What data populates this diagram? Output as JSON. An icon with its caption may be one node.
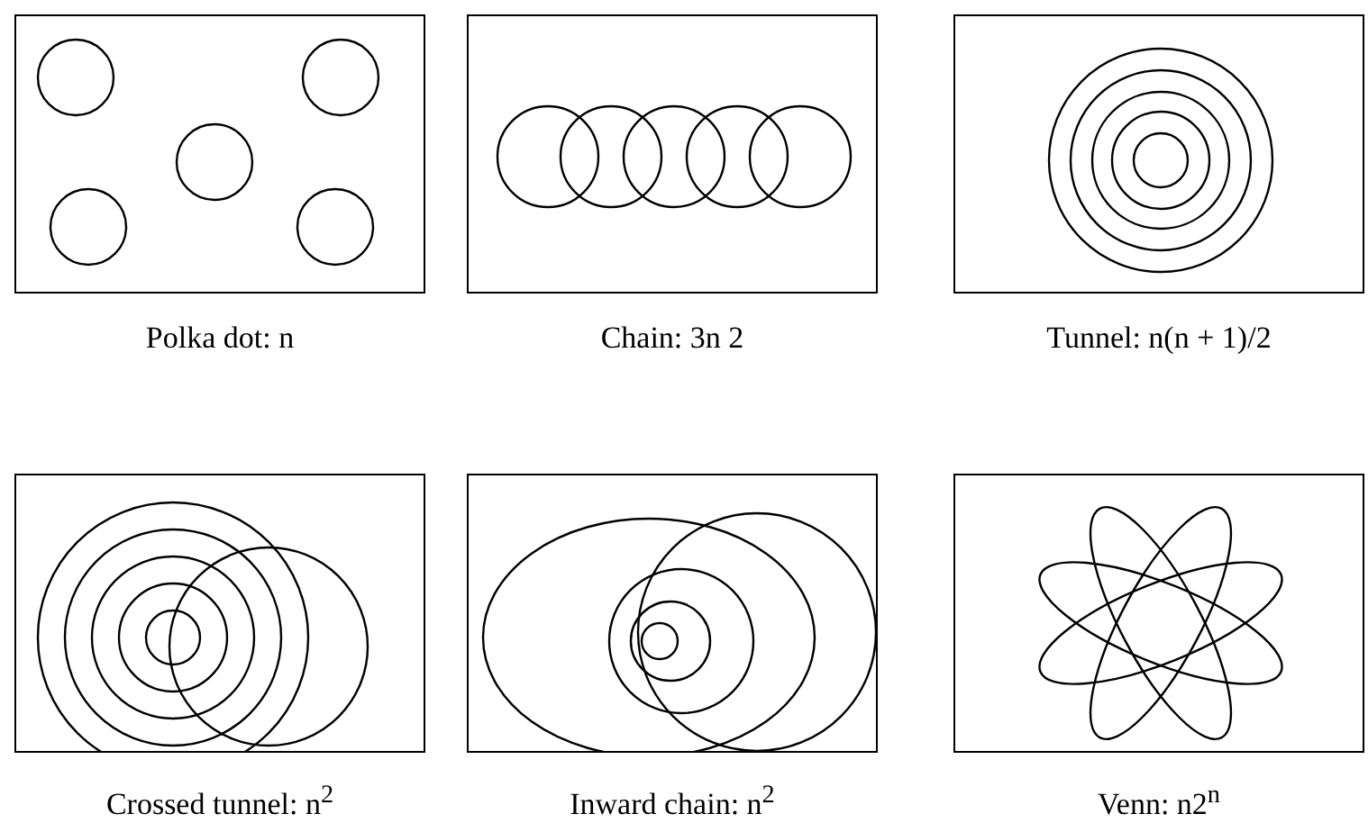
{
  "diagram": {
    "nodes": [
      {
        "text": [
          "Polka dot: n"
        ]
      },
      {
        "text": [
          "Chain: 3n 2"
        ]
      },
      {
        "text": [
          "Tunnel: n(n + 1)/2"
        ]
      },
      {
        "text": [
          "Crossed tunnel: n$^{2}$"
        ]
      },
      {
        "text": [
          "Inward chain: n$^{2}$"
        ]
      },
      {
        "text": [
          "Venn: n2$^{n}$"
        ]
      }
    ]
  }
}
